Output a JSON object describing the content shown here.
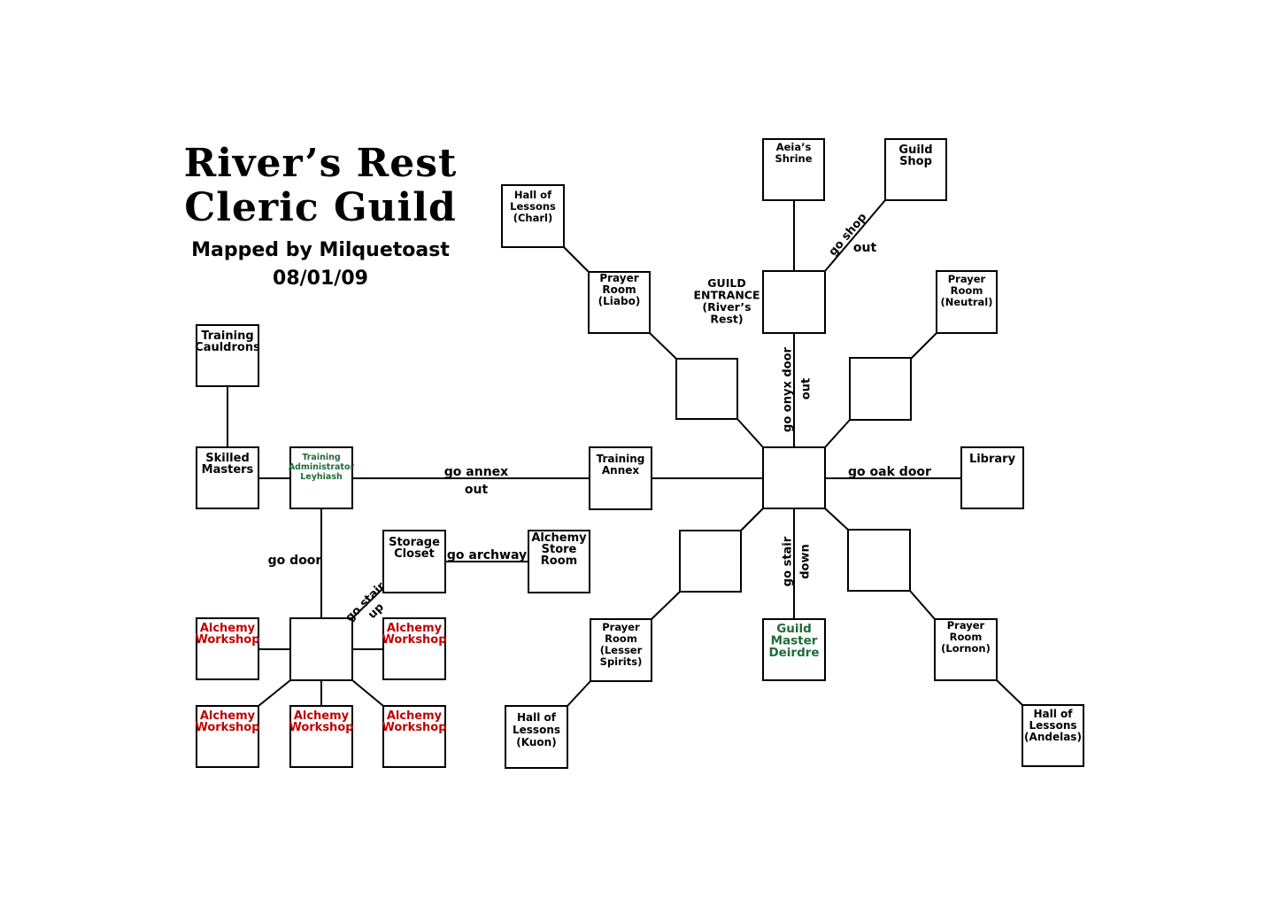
{
  "title": {
    "line1": "River’s Rest",
    "line2": "Cleric Guild",
    "mapped_by": "Mapped by Milquetoast",
    "date": "08/01/09"
  },
  "colors": {
    "ink": "#000000",
    "red": "#c00000",
    "green": "#1e6b36"
  },
  "rooms": {
    "training_cauldrons": {
      "label": [
        "Training",
        "Cauldrons"
      ]
    },
    "skilled_masters": {
      "label": [
        "Skilled",
        "Masters"
      ]
    },
    "training_admin": {
      "label": [
        "Training",
        "Administrator",
        "Leyhiash"
      ]
    },
    "training_annex": {
      "label": [
        "Training",
        "Annex"
      ]
    },
    "storage_closet": {
      "label": [
        "Storage",
        "Closet"
      ]
    },
    "alchemy_store": {
      "label": [
        "Alchemy",
        "Store",
        "Room"
      ]
    },
    "workshop_hub": {
      "label": []
    },
    "workshop_w": {
      "label": [
        "Alchemy",
        "Workshop"
      ]
    },
    "workshop_e": {
      "label": [
        "Alchemy",
        "Workshop"
      ]
    },
    "workshop_sw": {
      "label": [
        "Alchemy",
        "Workshop"
      ]
    },
    "workshop_s": {
      "label": [
        "Alchemy",
        "Workshop"
      ]
    },
    "workshop_se": {
      "label": [
        "Alchemy",
        "Workshop"
      ]
    },
    "hall_charl": {
      "label": [
        "Hall of",
        "Lessons",
        "(Charl)"
      ]
    },
    "prayer_liabo": {
      "label": [
        "Prayer",
        "Room",
        "(Liabo)"
      ]
    },
    "aeias_shrine": {
      "label": [
        "Aeia’s",
        "Shrine"
      ]
    },
    "guild_shop": {
      "label": [
        "Guild",
        "Shop"
      ]
    },
    "guild_entrance": {
      "label": []
    },
    "prayer_neutral": {
      "label": [
        "Prayer",
        "Room",
        "(Neutral)"
      ]
    },
    "room_nw": {
      "label": []
    },
    "room_ne": {
      "label": []
    },
    "hub": {
      "label": []
    },
    "library": {
      "label": [
        "Library"
      ]
    },
    "room_sw": {
      "label": []
    },
    "room_se": {
      "label": []
    },
    "prayer_lesser": {
      "label": [
        "Prayer",
        "Room",
        "(Lesser",
        "Spirits)"
      ]
    },
    "guild_master": {
      "label": [
        "Guild",
        "Master",
        "Deirdre"
      ]
    },
    "prayer_lornon": {
      "label": [
        "Prayer",
        "Room",
        "(Lornon)"
      ]
    },
    "hall_kuon": {
      "label": [
        "Hall of",
        "Lessons",
        "(Kuon)"
      ]
    },
    "hall_andelas": {
      "label": [
        "Hall of",
        "Lessons",
        "(Andelas)"
      ]
    }
  },
  "annotations": {
    "entrance": [
      "GUILD",
      "ENTRANCE",
      "(River’s",
      "Rest)"
    ],
    "go_shop": "go shop",
    "out_shop": "out",
    "go_onyx_door": "go onyx door",
    "out_onyx": "out",
    "go_oak_door": "go oak door",
    "go_annex": "go annex",
    "out_annex": "out",
    "go_door": "go door",
    "go_archway": "go archway",
    "go_stair_up": "go stair",
    "up": "up",
    "go_stair_down": "go stair",
    "down": "down"
  }
}
